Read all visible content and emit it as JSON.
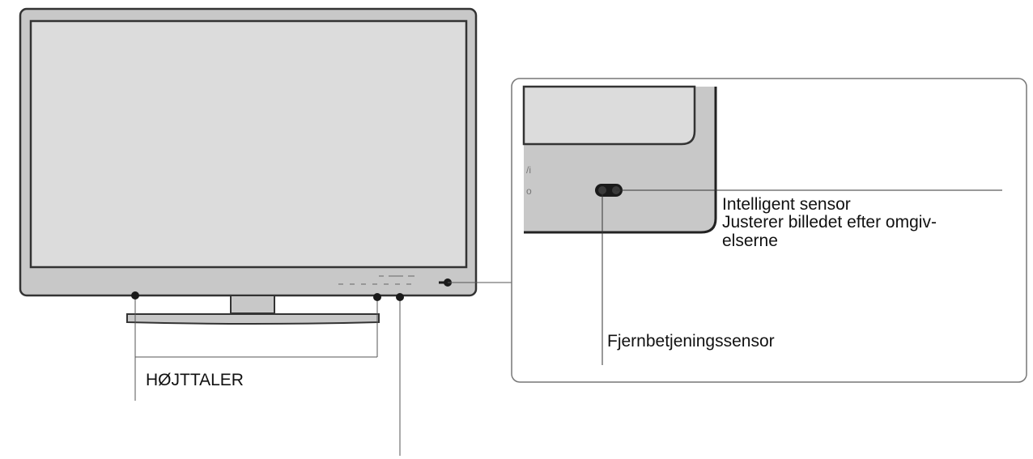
{
  "labels": {
    "speaker": "HØJTTALER",
    "remote_sensor": "Fjernbetjeningssensor",
    "intelligent_sensor_title": "Intelligent sensor",
    "intelligent_sensor_desc_line1": "Justerer billedet efter omgiv-",
    "intelligent_sensor_desc_line2": "elserne"
  },
  "colors": {
    "bezel": "#c8c8c8",
    "screen": "#dcdcdc",
    "outline": "#333333",
    "callout_border": "#777777",
    "sensor": "#1a1a1a"
  }
}
